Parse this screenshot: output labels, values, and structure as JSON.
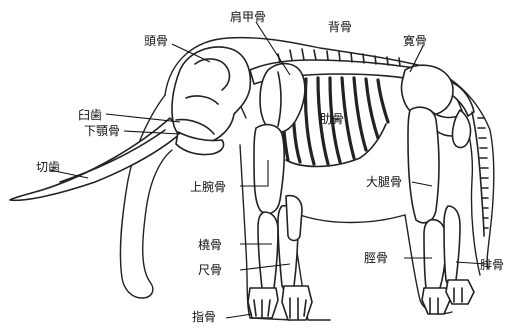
{
  "labels": {
    "skull": "頭骨",
    "scapula": "肩甲骨",
    "spine": "背骨",
    "pelvis": "寛骨",
    "molar": "臼歯",
    "mandible": "下顎骨",
    "ribs": "肋骨",
    "incisor": "切歯",
    "humerus": "上腕骨",
    "femur": "大腿骨",
    "radius": "橈骨",
    "ulna": "尺骨",
    "tibia": "脛骨",
    "fibula": "腓骨",
    "phalanges": "指骨"
  }
}
